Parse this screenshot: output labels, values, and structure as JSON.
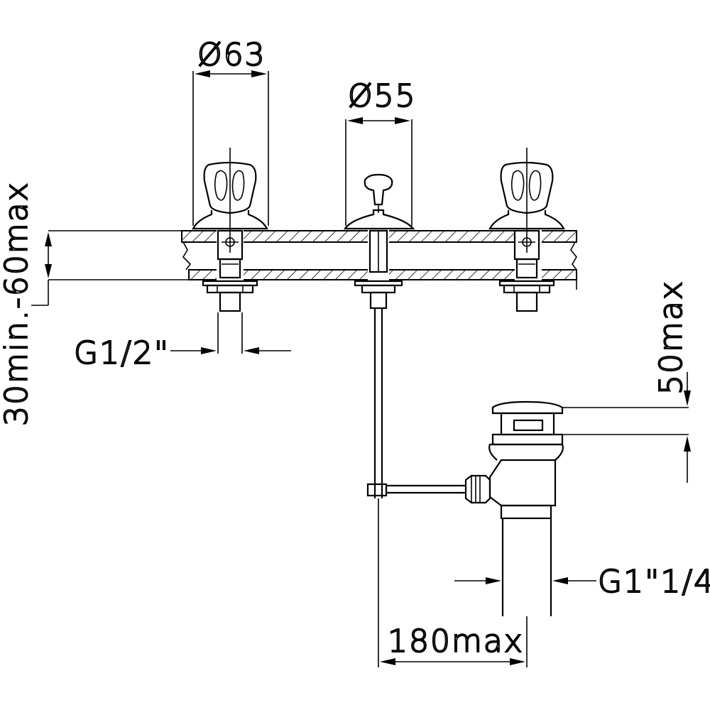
{
  "dimensions": {
    "handle_diameter": "Ø63",
    "spout_diameter": "Ø55",
    "deck_thickness": "30min.-60max",
    "supply_thread": "G1/2\"",
    "drain_height": "50max",
    "waste_thread": "G1\"1/4",
    "rod_distance": "180max"
  }
}
